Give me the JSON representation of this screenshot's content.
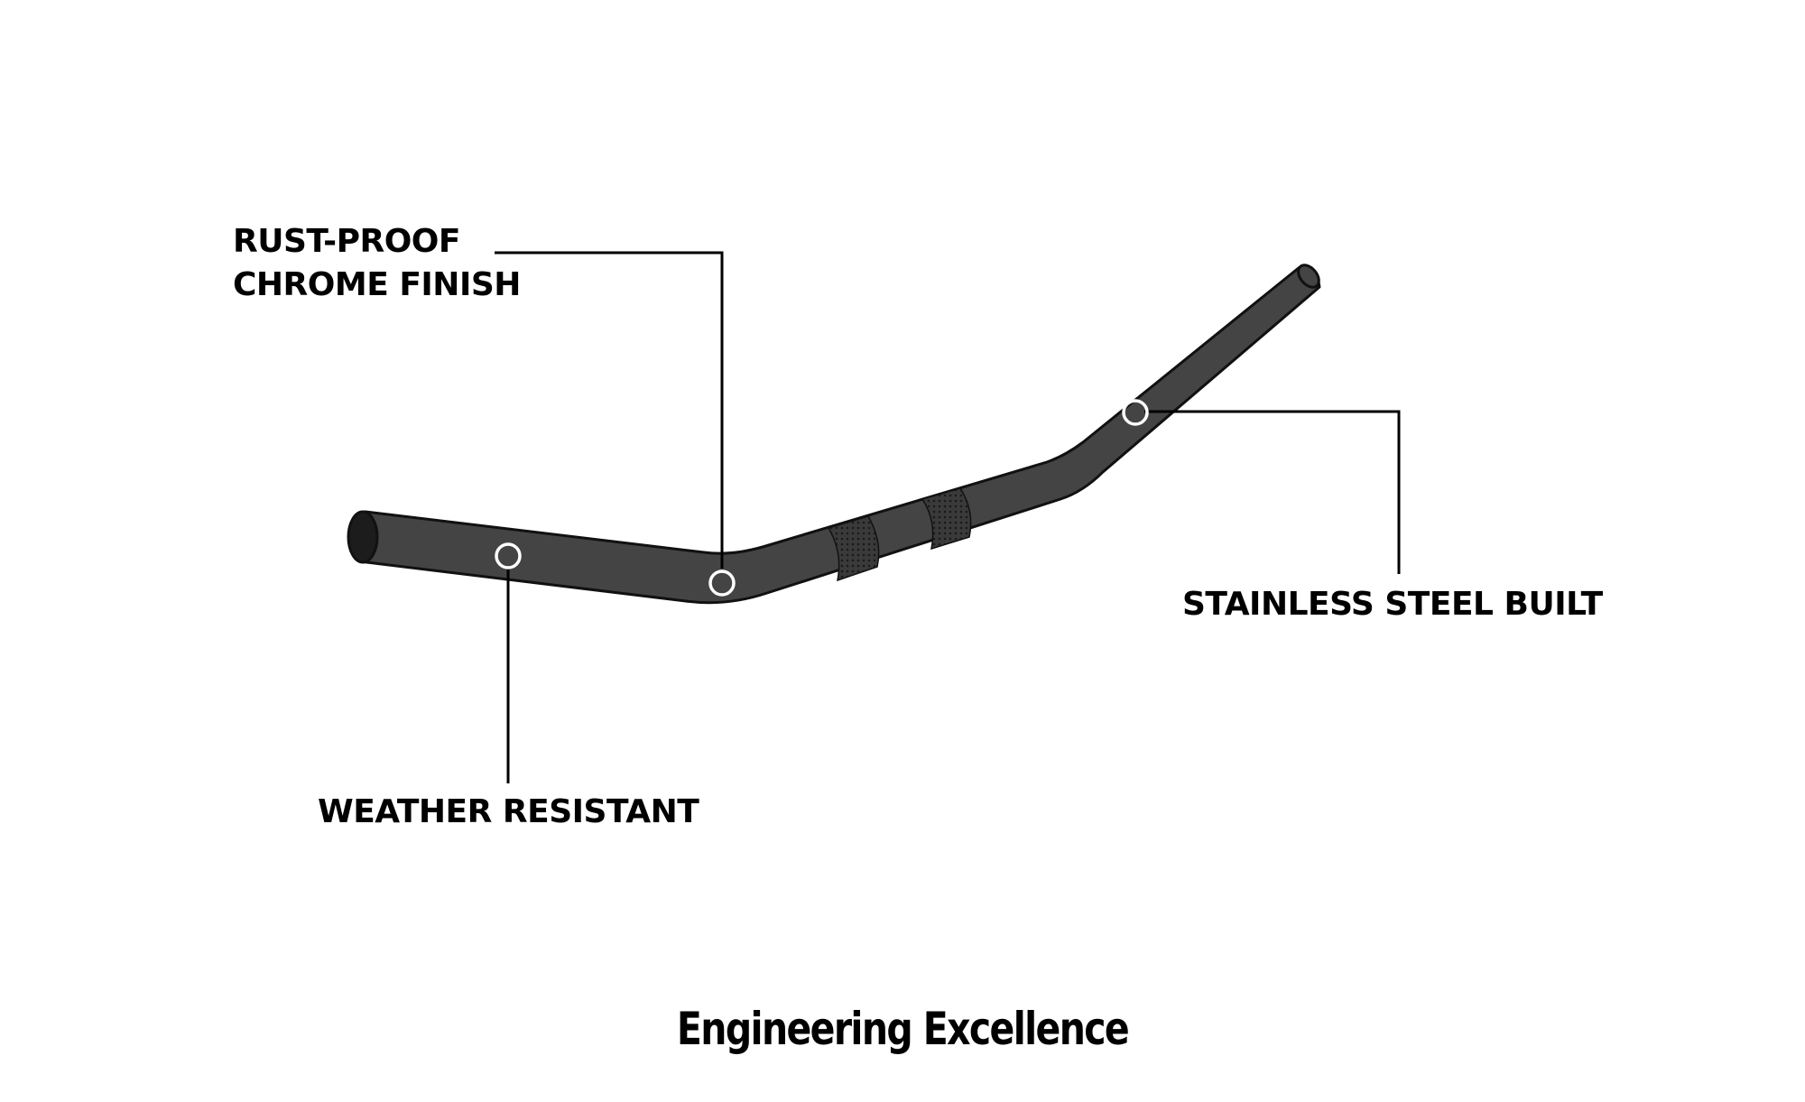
{
  "callouts": {
    "rust_proof": {
      "line1": "RUST-PROOF",
      "line2": "CHROME FINISH"
    },
    "stainless": {
      "label": "STAINLESS STEEL BUILT"
    },
    "weather": {
      "label": "WEATHER RESISTANT"
    }
  },
  "caption": "Engineering Excellence",
  "colors": {
    "bar_fill": "#444444",
    "bar_outline": "#111111",
    "knurl": "#2a2a2a",
    "leader_line": "#000000",
    "marker_ring": "#ffffff",
    "text": "#000000"
  }
}
